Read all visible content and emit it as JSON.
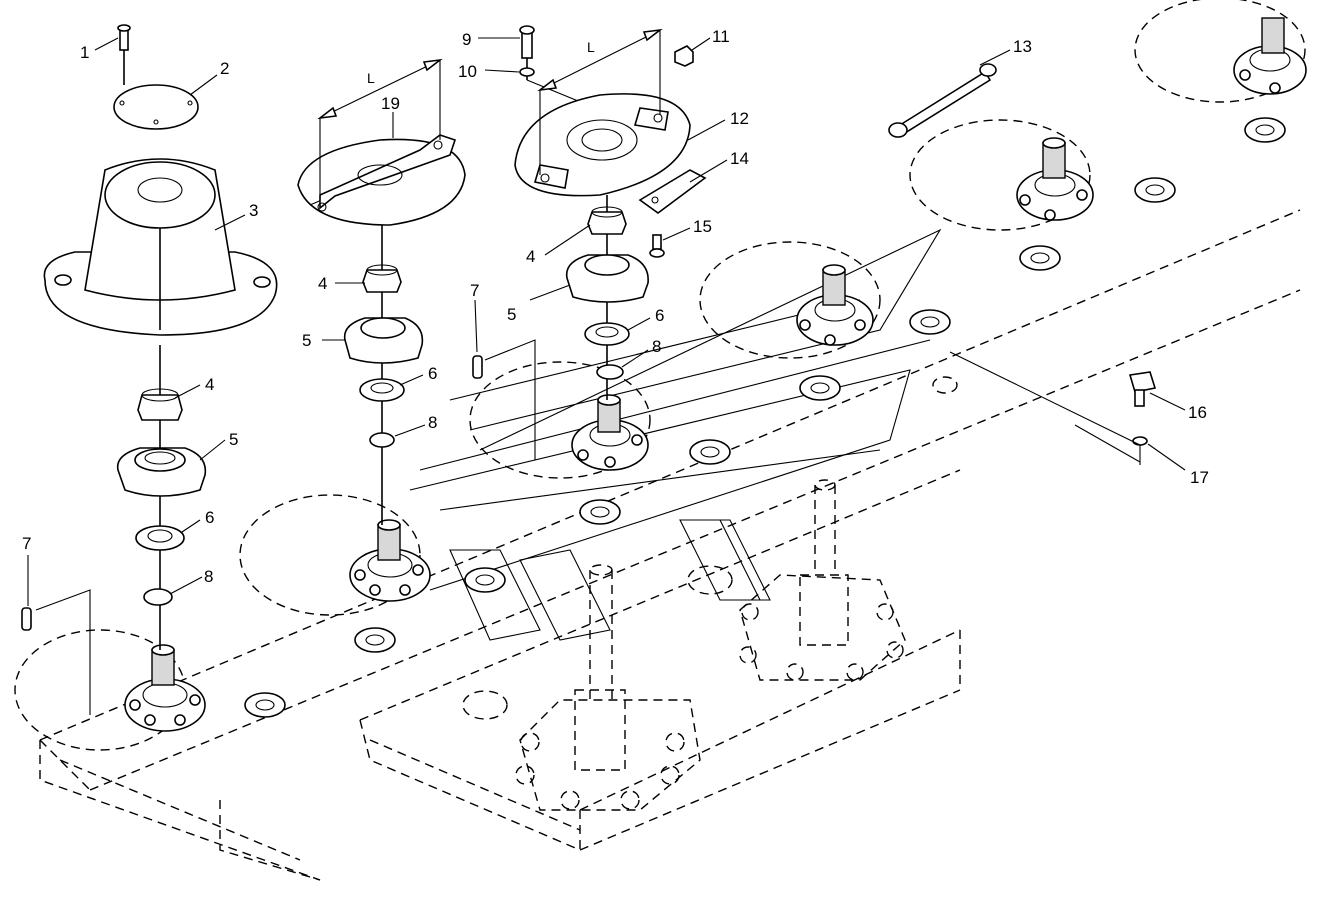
{
  "callouts": [
    {
      "label": "1"
    },
    {
      "label": "2"
    },
    {
      "label": "3"
    },
    {
      "label": "4"
    },
    {
      "label": "5"
    },
    {
      "label": "6"
    },
    {
      "label": "8"
    },
    {
      "label": "7"
    },
    {
      "label": "7"
    },
    {
      "label": "5"
    },
    {
      "label": "4"
    },
    {
      "label": "6"
    },
    {
      "label": "8"
    },
    {
      "label": "19"
    },
    {
      "label": "9"
    },
    {
      "label": "10"
    },
    {
      "label": "11"
    },
    {
      "label": "12"
    },
    {
      "label": "14"
    },
    {
      "label": "15"
    },
    {
      "label": "4"
    },
    {
      "label": "5"
    },
    {
      "label": "6"
    },
    {
      "label": "8"
    },
    {
      "label": "13"
    },
    {
      "label": "16"
    },
    {
      "label": "17"
    }
  ],
  "dimension_labels": [
    "L",
    "L"
  ]
}
